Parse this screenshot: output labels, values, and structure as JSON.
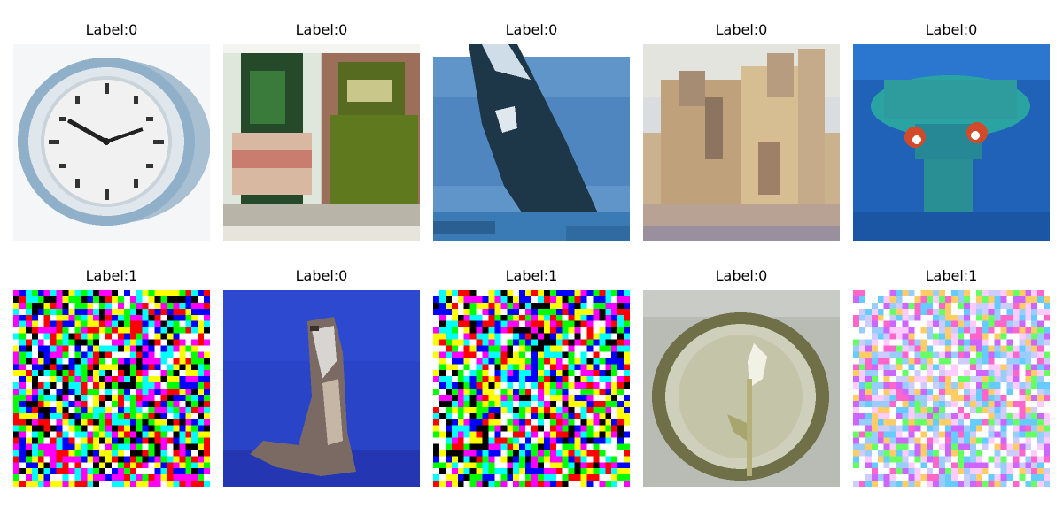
{
  "tiles": [
    {
      "label": "Label:0",
      "content": "alarm clock",
      "kind": "photo"
    },
    {
      "label": "Label:0",
      "content": "bottles",
      "kind": "photo"
    },
    {
      "label": "Label:0",
      "content": "whale",
      "kind": "photo"
    },
    {
      "label": "Label:0",
      "content": "castle",
      "kind": "photo"
    },
    {
      "label": "Label:0",
      "content": "mushroom",
      "kind": "photo"
    },
    {
      "label": "Label:1",
      "content": "random color noise",
      "kind": "noise"
    },
    {
      "label": "Label:0",
      "content": "otter",
      "kind": "photo"
    },
    {
      "label": "Label:1",
      "content": "random color noise",
      "kind": "noise"
    },
    {
      "label": "Label:0",
      "content": "plate with flower",
      "kind": "photo"
    },
    {
      "label": "Label:1",
      "content": "random color noise, pastel",
      "kind": "noise"
    }
  ]
}
